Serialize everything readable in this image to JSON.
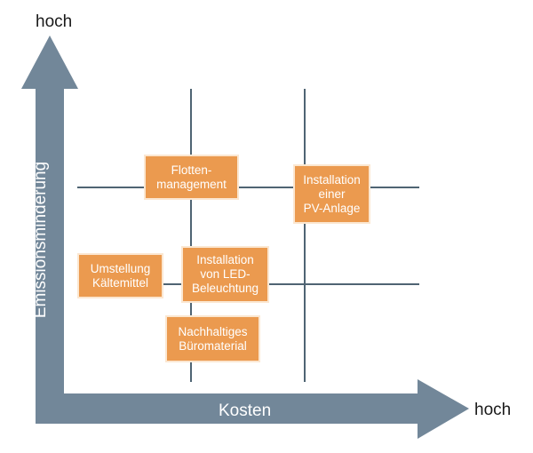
{
  "axes": {
    "y_title": "Emissionsminderung",
    "y_end_label": "hoch",
    "x_title": "Kosten",
    "x_end_label": "hoch"
  },
  "measures": [
    {
      "id": "flotten",
      "label": "Flotten-\nmanagement"
    },
    {
      "id": "pv",
      "label": "Installation\neiner\nPV-Anlage"
    },
    {
      "id": "kaelte",
      "label": "Umstellung\nKältemittel"
    },
    {
      "id": "led",
      "label": "Installation\nvon LED-\nBeleuchtung"
    },
    {
      "id": "buero",
      "label": "Nachhaltiges\nBüromaterial"
    }
  ],
  "colors": {
    "axis": "#728799",
    "grid": "#4f6473",
    "box_fill": "#eb9a4f",
    "box_border": "#fbe7d1",
    "text": "#1a1a1a"
  }
}
